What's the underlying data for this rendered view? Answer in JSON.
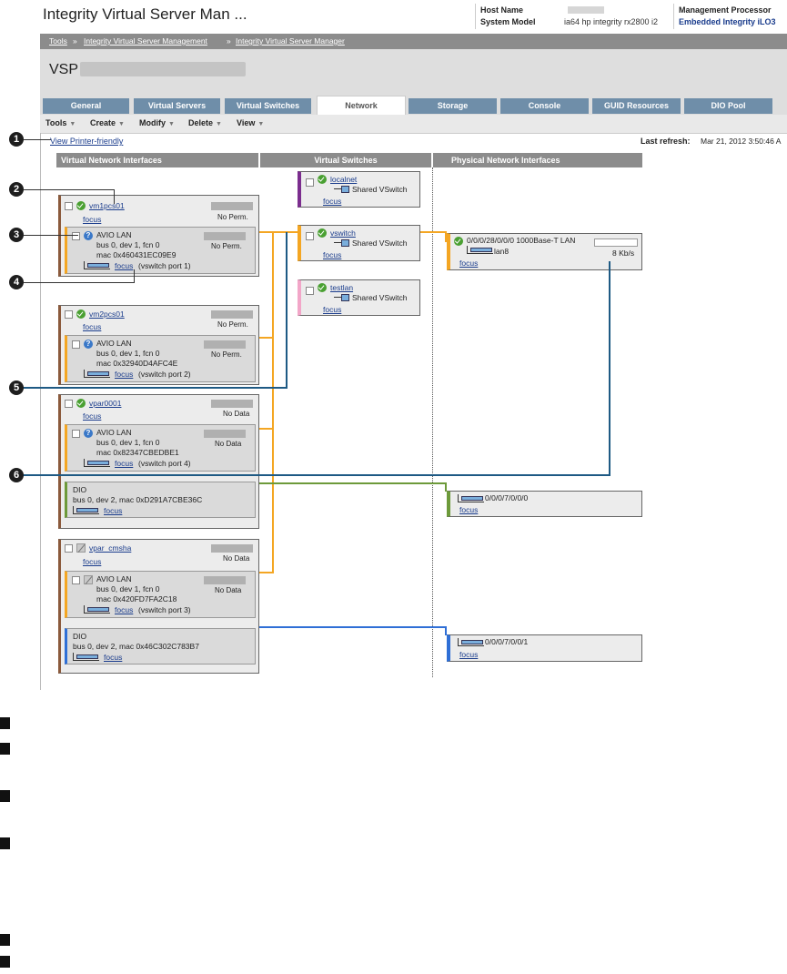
{
  "header": {
    "title": "Integrity Virtual Server Man ...",
    "host_name_label": "Host Name",
    "host_name_value": "",
    "system_model_label": "System Model",
    "system_model_value": "ia64 hp integrity rx2800 i2",
    "mp_label": "Management Processor",
    "mp_value": "Embedded Integrity iLO3"
  },
  "breadcrumb": [
    "Tools",
    "Integrity Virtual Server Management",
    "Integrity Virtual Server Manager"
  ],
  "breadcrumb_sep": "»",
  "page_title": "VSP",
  "tabs": [
    {
      "label": "General",
      "active": false
    },
    {
      "label": "Virtual Servers",
      "active": false
    },
    {
      "label": "Virtual Switches",
      "active": false
    },
    {
      "label": "Network",
      "active": true
    },
    {
      "label": "Storage",
      "active": false
    },
    {
      "label": "Console",
      "active": false
    },
    {
      "label": "GUID Resources",
      "active": false
    },
    {
      "label": "DIO Pool",
      "active": false
    }
  ],
  "menus": [
    "Tools",
    "Create",
    "Modify",
    "Delete",
    "View"
  ],
  "printer_link": "View Printer-friendly",
  "refresh": {
    "label": "Last refresh:",
    "value": "Mar 21, 2012 3:50:46 A"
  },
  "columns": {
    "vni": "Virtual Network Interfaces",
    "vs": "Virtual Switches",
    "pni": "Physical Network Interfaces"
  },
  "common": {
    "focus": "focus",
    "avio": "AVIO LAN",
    "dio": "DIO",
    "shared": "Shared VSwitch"
  },
  "vms": [
    {
      "name": "vm1pcs01",
      "status": "No Perm.",
      "nic_status": "No Perm.",
      "bus": "bus 0, dev 1, fcn 0",
      "mac": "mac 0x460431EC09E9",
      "port": "(vswitch port 1)"
    },
    {
      "name": "vm2pcs01",
      "status": "No Perm.",
      "nic_status": "No Perm.",
      "bus": "bus 0, dev 1, fcn 0",
      "mac": "mac 0x32940D4AFC4E",
      "port": "(vswitch port 2)"
    },
    {
      "name": "vpar0001",
      "status": "No Data",
      "nic_status": "No Data",
      "bus": "bus 0, dev 1, fcn 0",
      "mac": "mac 0x82347CBEDBE1",
      "port": "(vswitch port 4)",
      "dio": "bus 0, dev 2, mac 0xD291A7CBE36C"
    },
    {
      "name": "vpar_cmsha",
      "status": "No Data",
      "nic_status": "No Data",
      "bus": "bus 0, dev 1, fcn 0",
      "mac": "mac 0x420FD7FA2C18",
      "port": "(vswitch port 3)",
      "dio": "bus 0, dev 2, mac 0x46C302C783B7"
    }
  ],
  "switches": [
    {
      "name": "localnet",
      "color": "#7b2d8e"
    },
    {
      "name": "vswitch",
      "color": "#f4a623"
    },
    {
      "name": "testlan",
      "color": "#f2a6c8"
    }
  ],
  "pnis": [
    {
      "name": "0/0/0/28/0/0/0 1000Base-T LAN",
      "sub": "lan8",
      "rate": "8 Kb/s",
      "color": "#f4a623"
    },
    {
      "name": "0/0/0/7/0/0/0",
      "color": "#6d9a3a"
    },
    {
      "name": "0/0/0/7/0/0/1",
      "color": "#2f6fd6"
    }
  ],
  "callouts": [
    "1",
    "2",
    "3",
    "4",
    "5",
    "6"
  ],
  "colors": {
    "orange": "#f4a623",
    "green": "#6d9a3a",
    "blue": "#2f6fd6",
    "navy": "#1e5a84",
    "tab": "#6f8ea9",
    "brown": "#8b5a3c"
  }
}
